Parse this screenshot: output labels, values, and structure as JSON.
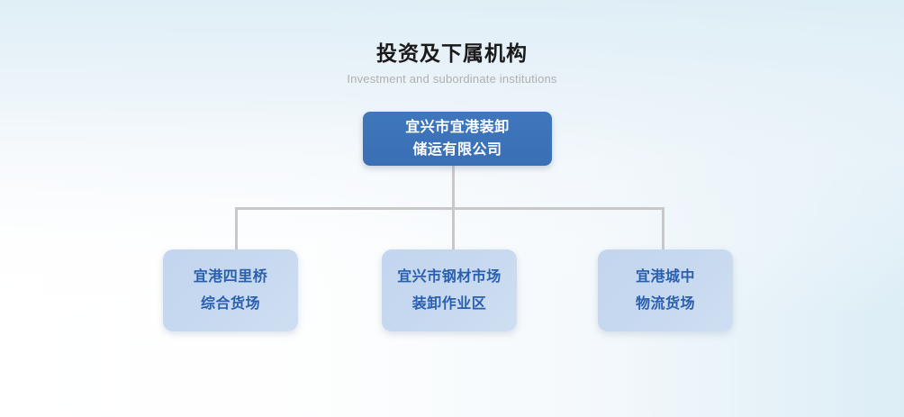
{
  "heading": {
    "title": "投资及下属机构",
    "subtitle": "Investment and subordinate institutions"
  },
  "colors": {
    "root_node_bg": "#3b72b9",
    "root_node_text": "#ffffff",
    "child_node_bg": "#c1d4ee",
    "child_node_text": "#2a5fae",
    "connector_line": "#c8c8c8",
    "title_text": "#1a1a1a",
    "subtitle_text": "#b0b0b0",
    "background_tint": "#deeef6"
  },
  "org_chart": {
    "root": {
      "id": "root",
      "lines": [
        "宜兴市宜港装卸",
        "储运有限公司"
      ],
      "full_name": "宜兴市宜港装卸储运有限公司"
    },
    "children": [
      {
        "id": "child-0",
        "lines": [
          "宜港四里桥",
          "综合货场"
        ],
        "full_name": "宜港四里桥综合货场"
      },
      {
        "id": "child-1",
        "lines": [
          "宜兴市钢材市场",
          "装卸作业区"
        ],
        "full_name": "宜兴市钢材市场装卸作业区"
      },
      {
        "id": "child-2",
        "lines": [
          "宜港城中",
          "物流货场"
        ],
        "full_name": "宜港城中物流货场"
      }
    ]
  }
}
